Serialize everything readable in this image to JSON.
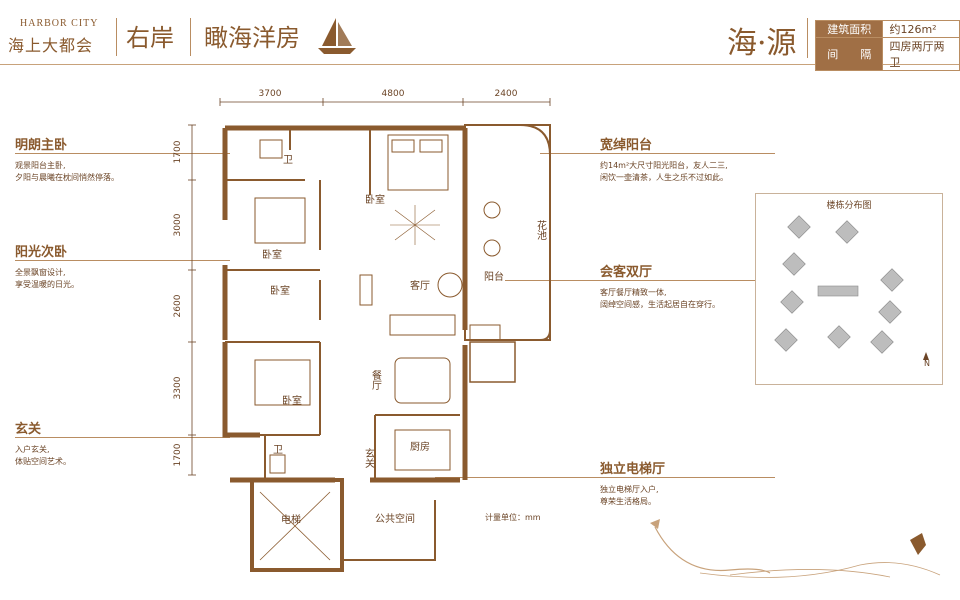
{
  "header": {
    "brand_en": "HARBOR CITY",
    "brand_cn": "海上大都会",
    "slogan_a": "右岸",
    "slogan_b": "瞰海洋房",
    "unit_name": "海·源",
    "spec": [
      {
        "key": "建筑面积",
        "value": "约126m²"
      },
      {
        "key": "间　　隔",
        "value": "四房两厅两卫"
      }
    ]
  },
  "annotations": [
    {
      "id": "master",
      "title": "明朗主卧",
      "desc": [
        "观景阳台主卧,",
        "夕阳与晨曦在枕间悄然停落。"
      ]
    },
    {
      "id": "second",
      "title": "阳光次卧",
      "desc": [
        "全景飘窗设计,",
        "享受温暖的日光。"
      ]
    },
    {
      "id": "entry",
      "title": "玄关",
      "desc": [
        "入户玄关,",
        "体贴空间艺术。"
      ]
    },
    {
      "id": "balcony",
      "title": "宽绰阳台",
      "desc": [
        "约14m²大尺寸阳光阳台，友人二三,",
        "闲饮一壶清茶，人生之乐不过如此。"
      ]
    },
    {
      "id": "living",
      "title": "会客双厅",
      "desc": [
        "客厅餐厅精致一体,",
        "阔绰空间感，生活起居自在穿行。"
      ]
    },
    {
      "id": "lift",
      "title": "独立电梯厅",
      "desc": [
        "独立电梯厅入户,",
        "尊荣生活格局。"
      ]
    }
  ],
  "plan": {
    "dims_top": [
      "3700",
      "4800",
      "2400"
    ],
    "dims_left": [
      "1700",
      "3000",
      "2600",
      "3300",
      "1700"
    ],
    "rooms": {
      "bath1": "卫",
      "bed_master": "卧室",
      "bed_left_upper": "卧室",
      "bed_mid": "卧室",
      "bed_lower": "卧室",
      "living": "客厅",
      "dining": "餐厅",
      "balcony": "阳台",
      "planter": "花池",
      "kitchen": "厨房",
      "bath2": "卫",
      "foyer": "玄关",
      "elevator": "电梯",
      "public": "公共空间"
    },
    "scale_note": "计量单位：mm"
  },
  "keyplan": {
    "title": "楼栋分布图",
    "north": "N"
  },
  "colors": {
    "accent": "#8a5a2e",
    "wall": "#8a5a2e",
    "header_cell": "#a06f45"
  }
}
